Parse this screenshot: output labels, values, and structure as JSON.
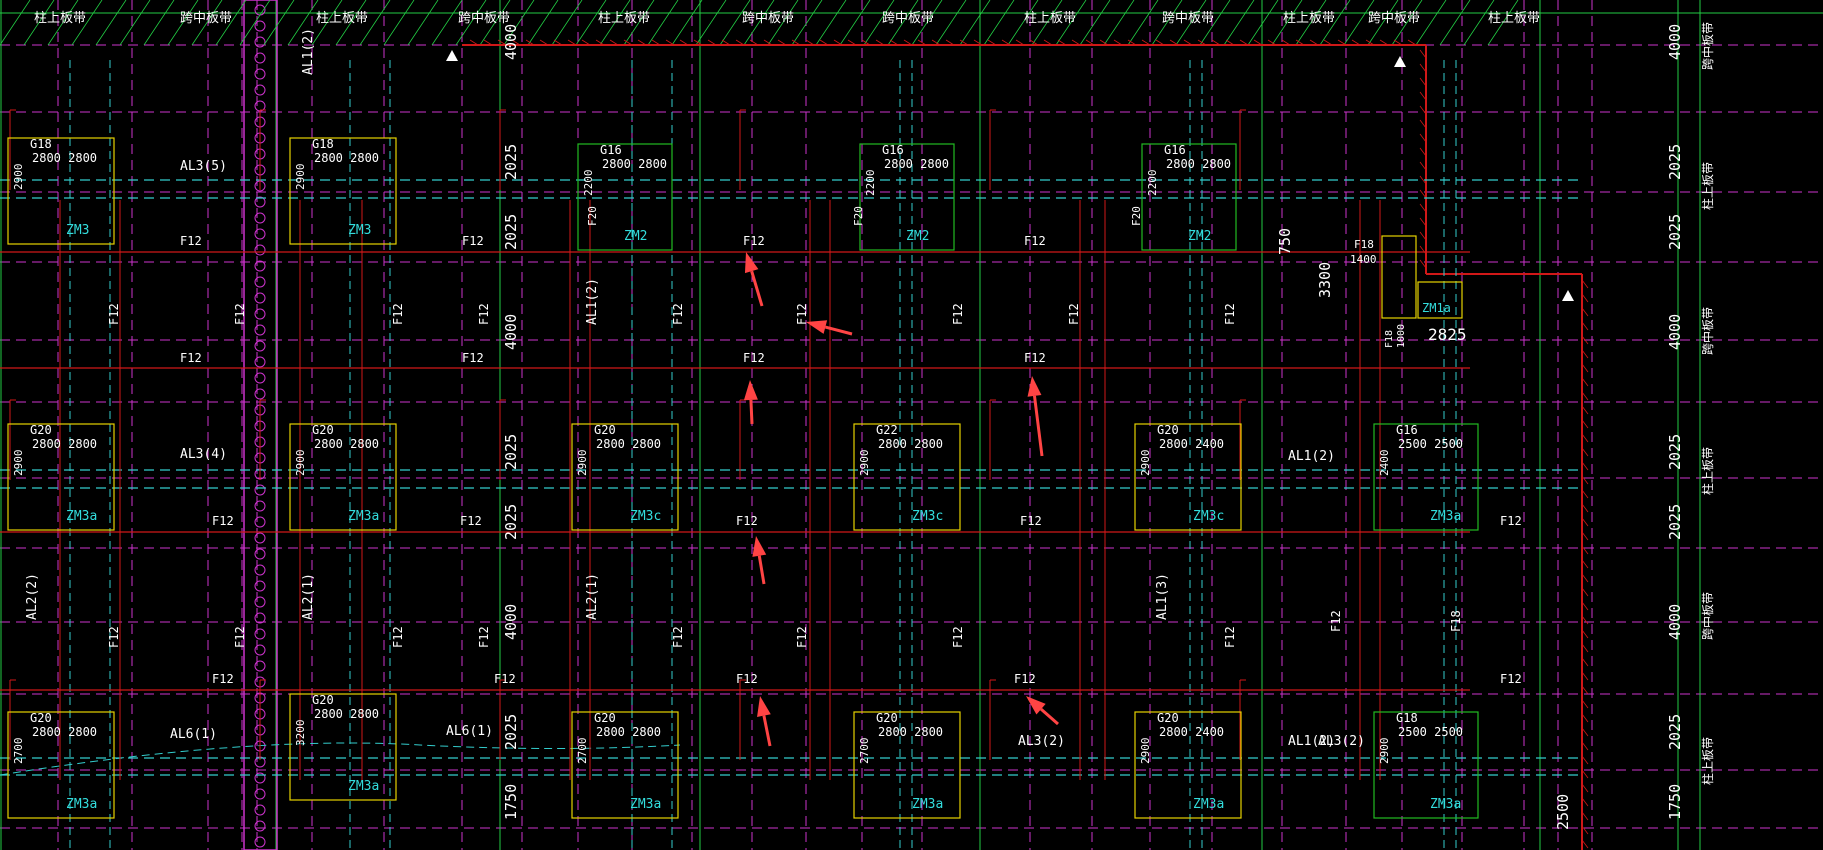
{
  "colors": {
    "background": "#000000",
    "grid_magenta": "#cc33cc",
    "grid_green": "#22cc44",
    "dashed_cyan": "#33cccc",
    "rebar_red": "#d01818",
    "column_yellow": "#e6d200",
    "column_green": "#22bb22",
    "text_white": "#ffffff",
    "text_cyan": "#33dddd",
    "arrow_red": "#ff4444"
  },
  "strip_labels_top": [
    "柱上板带",
    "跨中板带",
    "柱上板带",
    "跨中板带",
    "柱上板带",
    "跨中板带",
    "跨中板带",
    "柱上板带",
    "跨中板带",
    "柱上板带",
    "跨中板带",
    "柱上板带"
  ],
  "strip_labels_right": [
    "跨中板带",
    "柱上板带",
    "跨中板带",
    "柱上板带",
    "跨中板带",
    "柱上板带"
  ],
  "dims_left": [
    "4000",
    "2025",
    "2025",
    "4000",
    "2025",
    "2025",
    "4000",
    "2025",
    "1750"
  ],
  "dims_right": [
    "4000",
    "2025",
    "2025",
    "4000",
    "2025",
    "2025",
    "4000",
    "2025",
    "1750"
  ],
  "columns": [
    {
      "name": "G18",
      "dims": "2800 2800",
      "side": "2900",
      "mark": "ZM3",
      "color": "yellow"
    },
    {
      "name": "G18",
      "dims": "2800 2800",
      "side": "2900",
      "mark": "ZM3",
      "color": "yellow"
    },
    {
      "name": "G16",
      "dims": "2800 2800",
      "side": "2200",
      "mark": "ZM2",
      "color": "green"
    },
    {
      "name": "G16",
      "dims": "2800 2800",
      "side": "2200",
      "mark": "ZM2",
      "color": "green"
    },
    {
      "name": "G16",
      "dims": "2800 2800",
      "side": "2200",
      "mark": "ZM2",
      "color": "green"
    },
    {
      "name": "G20",
      "dims": "2800 2800",
      "side": "2900",
      "mark": "ZM3a",
      "color": "yellow"
    },
    {
      "name": "G20",
      "dims": "2800 2800",
      "side": "2900",
      "mark": "ZM3a",
      "color": "yellow"
    },
    {
      "name": "G20",
      "dims": "2800 2800",
      "side": "2900",
      "mark": "ZM3c",
      "color": "yellow"
    },
    {
      "name": "G22",
      "dims": "2800 2800",
      "side": "2900",
      "mark": "ZM3c",
      "color": "yellow"
    },
    {
      "name": "G20",
      "dims": "2800 2400",
      "side": "2900",
      "mark": "ZM3c",
      "color": "yellow"
    },
    {
      "name": "G16",
      "dims": "2500 2500",
      "side": "2400",
      "mark": "ZM3a",
      "color": "green"
    },
    {
      "name": "G20",
      "dims": "2800 2800",
      "side": "2700",
      "mark": "ZM3a",
      "color": "yellow"
    },
    {
      "name": "G20",
      "dims": "2800 2800",
      "side": "3200",
      "mark": "ZM3a",
      "color": "yellow"
    },
    {
      "name": "G20",
      "dims": "2800 2800",
      "side": "2700",
      "mark": "ZM3a",
      "color": "yellow"
    },
    {
      "name": "G20",
      "dims": "2800 2800",
      "side": "2700",
      "mark": "ZM3a",
      "color": "yellow"
    },
    {
      "name": "G20",
      "dims": "2800 2400",
      "side": "2900",
      "mark": "ZM3a",
      "color": "yellow"
    },
    {
      "name": "G18",
      "dims": "2500 2500",
      "side": "2900",
      "mark": "ZM3a",
      "color": "green"
    }
  ],
  "beam_labels": [
    "AL3(5)",
    "AL1(2)",
    "AL1(2)",
    "AL3(4)",
    "AL1(2)",
    "AL2(2)",
    "AL2(1)",
    "AL2(1)",
    "AL1(3)",
    "AL3(2)",
    "AL6(1)",
    "AL6(1)",
    "AL3(2)",
    "AL1(2)"
  ],
  "rebar_label": "F12",
  "misc_labels": {
    "f18_top": "F18",
    "f18_top_len": "1400",
    "dim_750": "750",
    "dim_3300": "3300",
    "zm1a": "ZM1a",
    "dim_2825": "2825",
    "f18_mid": "F18",
    "f18_mid_len": "1000",
    "dim_2500": "2500",
    "f18_right": "F18",
    "g16_small": "G16",
    "f20": "F20"
  },
  "annotation_arrow_count": 7
}
